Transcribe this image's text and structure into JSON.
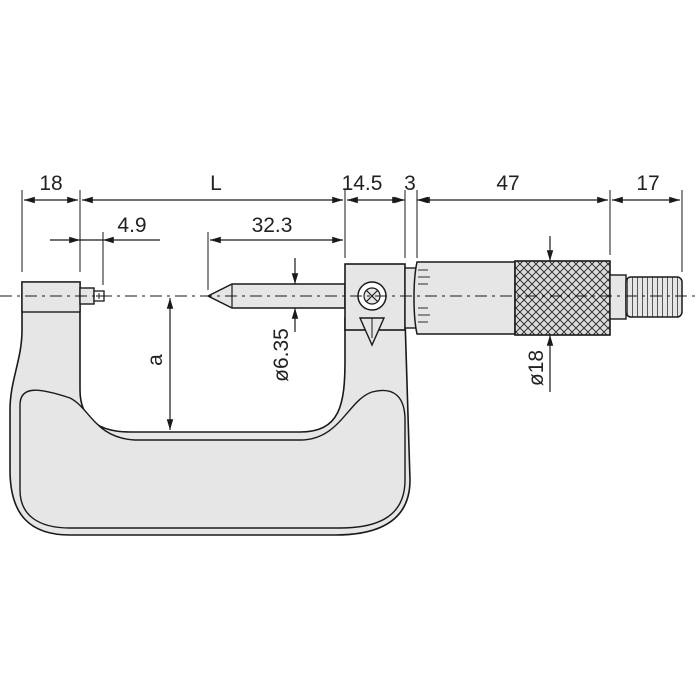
{
  "dimensions": {
    "top_row": [
      "18",
      "L",
      "14.5",
      "3",
      "47",
      "17"
    ],
    "anvil_offset": "4.9",
    "spindle_length": "32.3",
    "spindle_diameter": "ø6.35",
    "thimble_diameter": "ø18",
    "throat_depth": "a"
  },
  "colors": {
    "frame_fill": "#e6e6e6",
    "line": "#1a1a1a",
    "background": "#ffffff"
  }
}
